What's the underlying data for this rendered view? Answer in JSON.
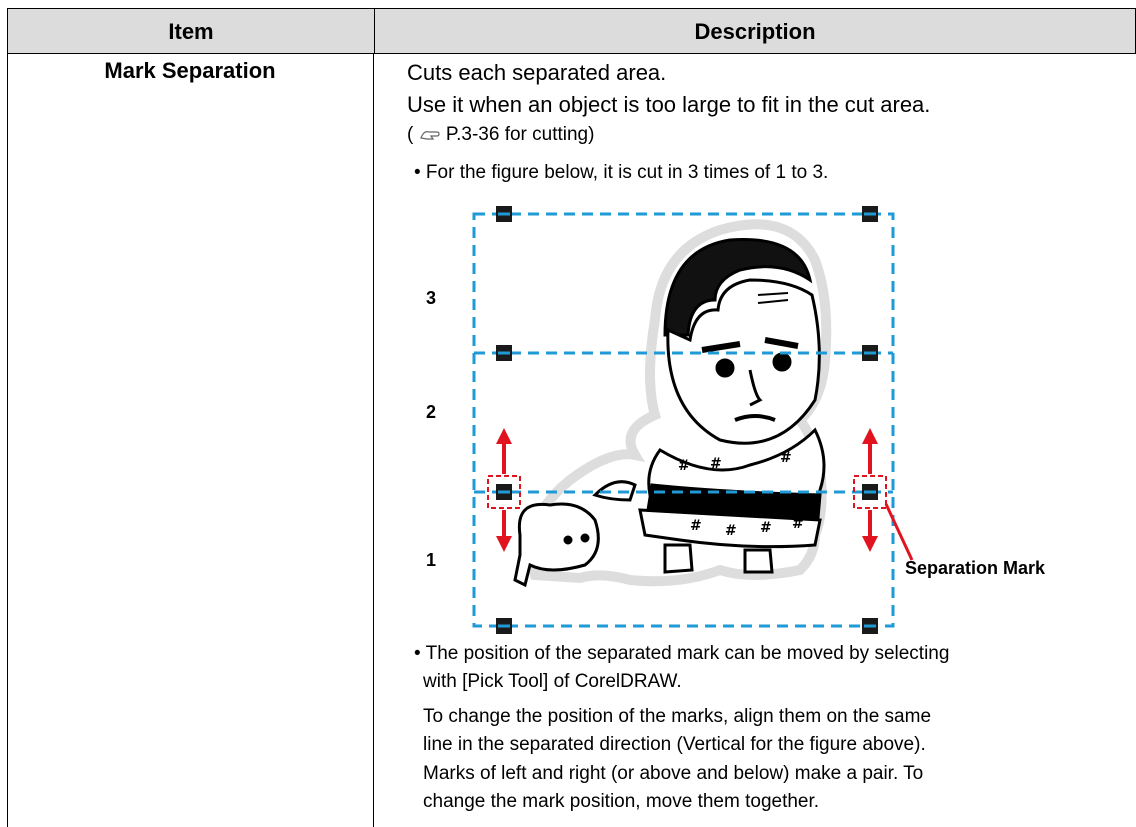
{
  "table": {
    "headers": {
      "item": "Item",
      "description": "Description"
    },
    "row": {
      "item": "Mark Separation",
      "desc_line1": "Cuts each separated area.",
      "desc_line2": "Use it when an object is too large to fit in the cut area.",
      "ref_open": "(",
      "ref_text": " P.3-36 for cutting)",
      "bullet1": "• For the figure below, it is cut in 3 times of 1 to 3.",
      "figure": {
        "label_3": "3",
        "label_2": "2",
        "label_1": "1",
        "callout": "Separation Mark"
      },
      "bullet2_line1": "• The position of the separated mark can be moved by selecting",
      "bullet2_line2": "with [Pick Tool] of CorelDRAW.",
      "bullet2_line3": "To change the position of the marks, align them on the same",
      "bullet2_line4": "line in the separated direction (Vertical for the figure above).",
      "bullet2_line5": "Marks of left and right (or above and below) make a pair. To",
      "bullet2_line6": "change the mark position, move them together."
    }
  },
  "colors": {
    "header_bg": "#dcdcdc",
    "dash_line": "#1e9ad6",
    "arrow": "#e0131f"
  }
}
